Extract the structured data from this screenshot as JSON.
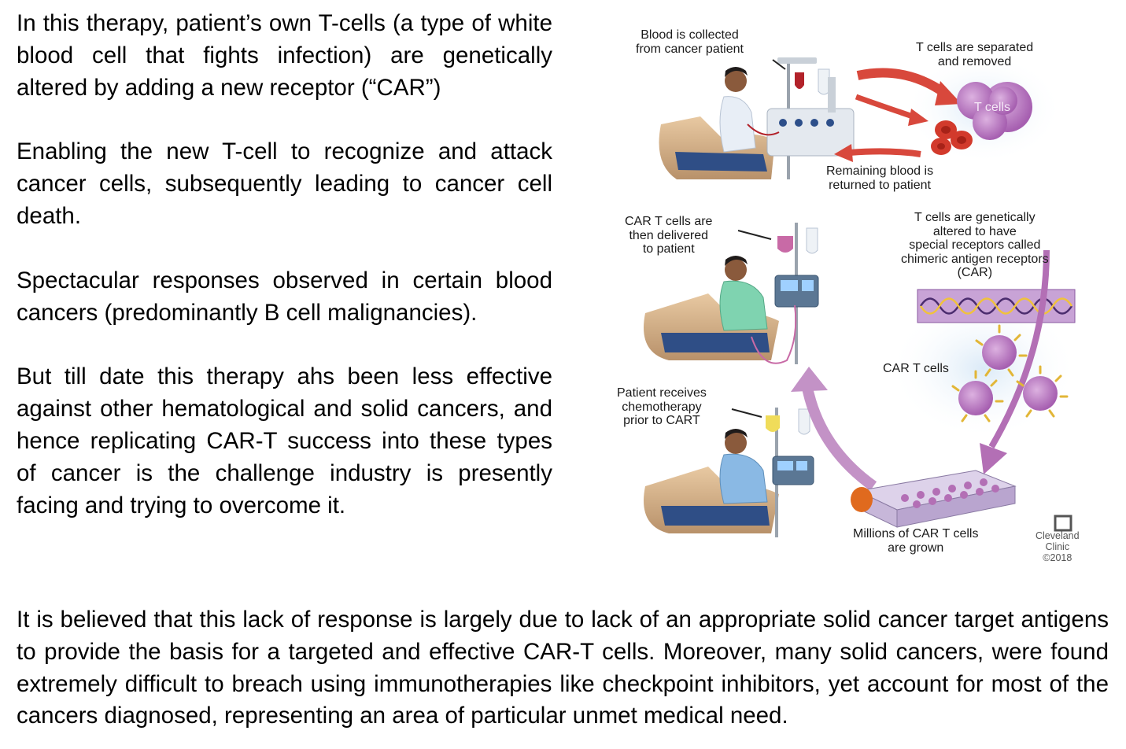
{
  "left_text": {
    "p1": "In this therapy, patient’s own T-cells (a type of white blood cell that fights infection) are genetically altered by adding a new receptor (“CAR”)",
    "p2": "Enabling the new T-cell to recognize and attack cancer cells, subsequently  leading to cancer cell death.",
    "p3": "Spectacular responses observed in certain blood cancers (predominantly B cell malignancies).",
    "p4": "But till date this therapy ahs been less effective against other hematological and solid cancers, and hence replicating CAR-T success into these types of cancer is the challenge industry is presently facing and trying to overcome it."
  },
  "bottom_text": "It is believed that this lack of response is largely due to lack of an appropriate solid cancer target antigens to provide the basis for a targeted and effective CAR-T cells. Moreover, many solid cancers, were found extremely difficult to breach using immunotherapies like checkpoint inhibitors, yet account for most of the cancers diagnosed, representing an area of particular unmet medical need.",
  "figure": {
    "label_blood_collected_1": "Blood is collected",
    "label_blood_collected_2": "from cancer patient",
    "label_t_separated_1": "T cells are separated",
    "label_t_separated_2": "and removed",
    "label_t_cells": "T cells",
    "label_remaining_1": "Remaining blood is",
    "label_remaining_2": "returned to patient",
    "label_car_delivered_1": "CAR T cells are",
    "label_car_delivered_2": "then delivered",
    "label_car_delivered_3": "to patient",
    "label_altered_1": "T cells are genetically",
    "label_altered_2": "altered to have",
    "label_altered_3": "special receptors called",
    "label_altered_4": "chimeric antigen receptors",
    "label_altered_5": "(CAR)",
    "label_car_t_cells": "CAR T cells",
    "label_chemo_1": "Patient receives",
    "label_chemo_2": "chemotherapy",
    "label_chemo_3": "prior to CART",
    "label_grown_1": "Millions of CAR T cells",
    "label_grown_2": "are grown",
    "logo_name_1": "Cleveland",
    "logo_name_2": "Clinic",
    "logo_year": "©2018",
    "colors": {
      "red_arrow": "#d8483c",
      "purple_arrow": "#b36fb5",
      "t_cell": "#c084c9",
      "rbc": "#d23a2c",
      "shirt_white": "#e8eef6",
      "shirt_green": "#7fd3b0",
      "shirt_blue": "#8ab9e4",
      "chair": "#d7b48c",
      "dna_box": "#c8a3d6"
    }
  }
}
